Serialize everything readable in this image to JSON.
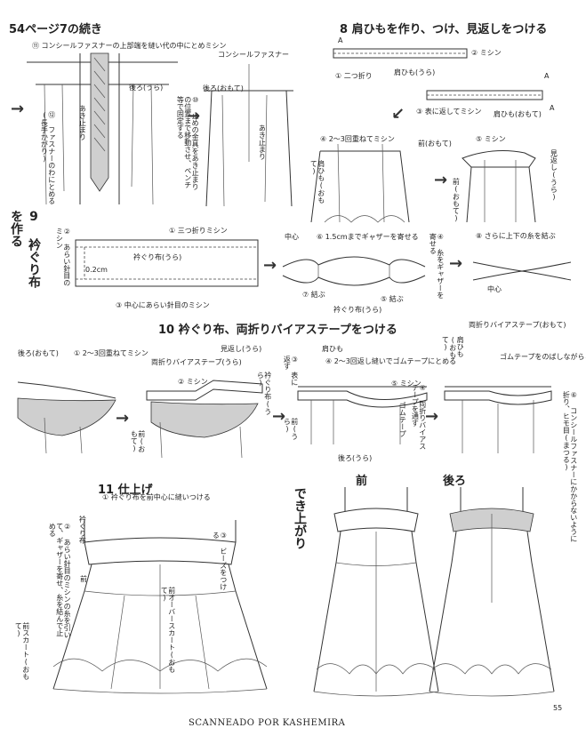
{
  "header": {
    "continued": "54ページ7の続き"
  },
  "step7": {
    "labels": {
      "n11": "⑪ コンシールファスナーの上部端を縫い代の中にとめミシン",
      "back_r": "後ろ(うら)",
      "n12": "⑫ ファスナーのわにとめる(長手かがり)",
      "aki_end": "あき止まり",
      "n10": "⑩ 止めの金具をあき止まりの位置まで移動させ、ペンチ等で固定する",
      "zipper": "コンシールファスナー",
      "back_o": "後ろ(おもて)",
      "aki_end2": "あき止まり"
    }
  },
  "step8": {
    "title": "8 肩ひもを作り、つけ、見返しをつける",
    "labels": {
      "A1": "A",
      "n1": "① 二つ折り",
      "strap_r": "肩ひも(うら)",
      "n2": "② ミシン",
      "A2": "A",
      "n3": "③ 表に返してミシン",
      "strap_o": "肩ひも(おもて)",
      "A3": "A",
      "n4": "④ 2〜3回重ねてミシン",
      "front_o": "前(おもて)",
      "n5": "⑤ ミシン",
      "strap": "肩ひも(おもて)",
      "facing": "見返し(うら)",
      "front_o2": "前(おもて)"
    }
  },
  "step9": {
    "title": "9 衿ぐり布を作る",
    "labels": {
      "n1": "① 三つ折りミシン",
      "n2": "② あらい針目のミシン",
      "collar_r": "衿ぐり布(うら)",
      "dim": "0.2cm",
      "n3": "③ 中心にあらい針目のミシン",
      "center": "中心",
      "n6": "⑥ 1.5cmまでギャザーを寄せる",
      "n7": "⑦ 結ぶ",
      "collar_r2": "衿ぐり布(うら)",
      "n5": "⑤ 結ぶ",
      "n4": "④ 糸をギャザーを寄せる",
      "n8": "⑧ さらに上下の糸を結ぶ",
      "center2": "中心"
    }
  },
  "step10": {
    "title": "10 衿ぐり布、両折りバイアステープをつける",
    "labels": {
      "back_o": "後ろ(おもて)",
      "n1": "① 2〜3回重ねてミシン",
      "bias": "両折りバイアステープ(うら)",
      "facing_r": "見返し(うら)",
      "n2": "② ミシン",
      "collar_r": "衿ぐり布(うら)",
      "front_o": "前(おもて)",
      "strap": "肩ひも",
      "n3": "③ 表に返す",
      "n4": "④ 2〜3回返し縫いでゴムテープにとめる",
      "n5": "⑤ ミシン",
      "n4b": "④ 両折りバイアステープを通す",
      "rubber": "ゴムテープ",
      "front": "前(うら)",
      "back_r": "後ろ(うら)",
      "bias_o": "両折りバイアステープ(おもて)",
      "strap_o": "肩ひも(おもて)",
      "rubber2": "ゴムテープをのばしながらミシン",
      "n6": "⑥ コンシールファスナーにかからないように折り、ヒモ目(まつる)"
    }
  },
  "step11": {
    "title": "11 仕上げ",
    "labels": {
      "n1": "① 衿ぐり布を前中心に縫いつける",
      "collar": "衿ぐり布",
      "n2": "② あらい針目のミシンの糸を引いて、ギャザーを寄せ、糸を結んで止める",
      "front": "前",
      "front_skirt": "前スカート(おもて)",
      "over": "前オーバースカート(おもて)",
      "n3": "③ ビーズをつける"
    }
  },
  "finished": {
    "title": "でき上がり",
    "front": "前",
    "back": "後ろ"
  },
  "footer": {
    "scan": "SCANNEADO POR KASHEMIRA",
    "page": "55"
  }
}
